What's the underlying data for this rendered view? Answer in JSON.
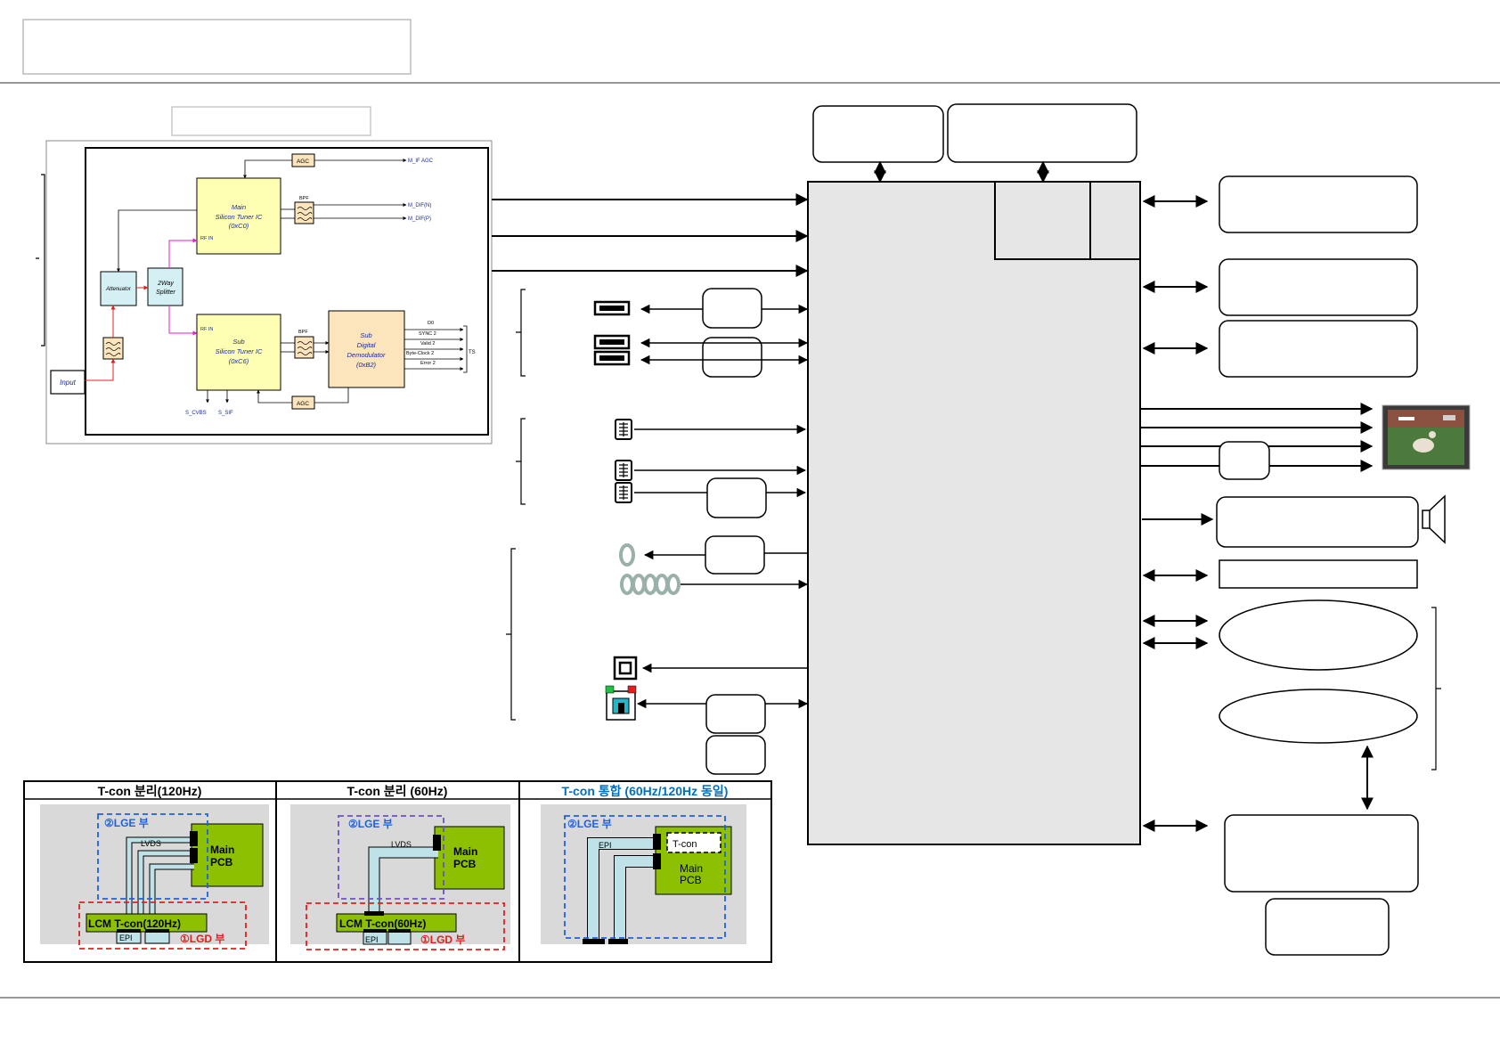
{
  "tuner": {
    "agc_top": "AGC",
    "agc_bottom": "AGC",
    "m_if_agc": "M_IF AGC",
    "m_dif_n": "M_DIF(N)",
    "m_dif_p": "M_DIF(P)",
    "main_tuner": [
      "Main",
      "Silicon Tuner IC",
      "(0xC0)"
    ],
    "rf_in_main": "RF IN",
    "bpf_main": "BPF",
    "attenuator": "Attenuator",
    "splitter": [
      "2Way",
      "Splitter"
    ],
    "sub_tuner": [
      "Sub",
      "Silicon Tuner IC",
      "(0xC6)"
    ],
    "rf_in_sub": "RF IN",
    "bpf_sub": "BPF",
    "sub_demod": [
      "Sub",
      "Digital",
      "Demodulator",
      "(0xB2)"
    ],
    "d0": "D0",
    "sync2": "SYNC 2",
    "valid2": "Valid 2",
    "byte_clock2": "Byte-Clock 2",
    "error2": "Error 2",
    "ts": "TS",
    "input": "Input",
    "s_cvbs": "S_CVBS",
    "s_sif": "S_SIF"
  },
  "tcon": {
    "panel1": {
      "title": "T-con 분리(120Hz)",
      "lge": "②LGE 부",
      "lgd": "①LGD 부",
      "lvds": "LVDS",
      "epi": "EPI",
      "main_pcb": [
        "Main",
        "PCB"
      ],
      "lcm": "LCM T-con(120Hz)"
    },
    "panel2": {
      "title": "T-con 분리 (60Hz)",
      "lge": "②LGE 부",
      "lgd": "①LGD 부",
      "lvds": "LVDS",
      "epi": "EPI",
      "main_pcb": [
        "Main",
        "PCB"
      ],
      "lcm": "LCM T-con(60Hz)"
    },
    "panel3": {
      "title": "T-con 통합 (60Hz/120Hz 동일)",
      "lge": "②LGE 부",
      "epi": "EPI",
      "tcon_label": "T-con",
      "main_pcb": [
        "Main",
        "PCB"
      ]
    }
  },
  "colors": {
    "soc_fill": "#e6e6e6",
    "tuner_yellow": "#ffffb4",
    "demod_orange": "#fce4bc",
    "attenuator_blue": "#d4f0f4",
    "pcb_green": "#8cc000",
    "lge_blue": "#2060e0",
    "lgd_red": "#e02020",
    "tcon_title_blue": "#0070c0",
    "panel_gray": "#d9d9d9"
  }
}
